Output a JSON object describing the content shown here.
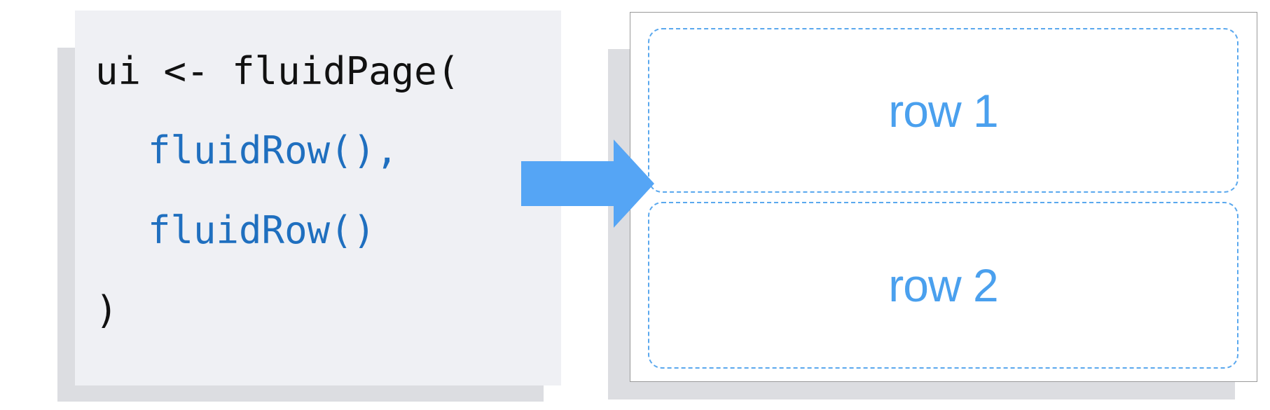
{
  "code": {
    "lines": [
      "ui <- fluidPage(",
      "fluidRow(),",
      "fluidRow()",
      ")"
    ]
  },
  "output": {
    "rows": [
      "row 1",
      "row 2"
    ]
  },
  "colors": {
    "accent_blue": "#4aa0ee",
    "code_blue": "#1f6fbf",
    "code_bg": "#eff0f4",
    "shadow": "#dcdde1",
    "arrow": "#55a5f5"
  },
  "icons": {
    "arrow": "right-arrow-icon"
  }
}
